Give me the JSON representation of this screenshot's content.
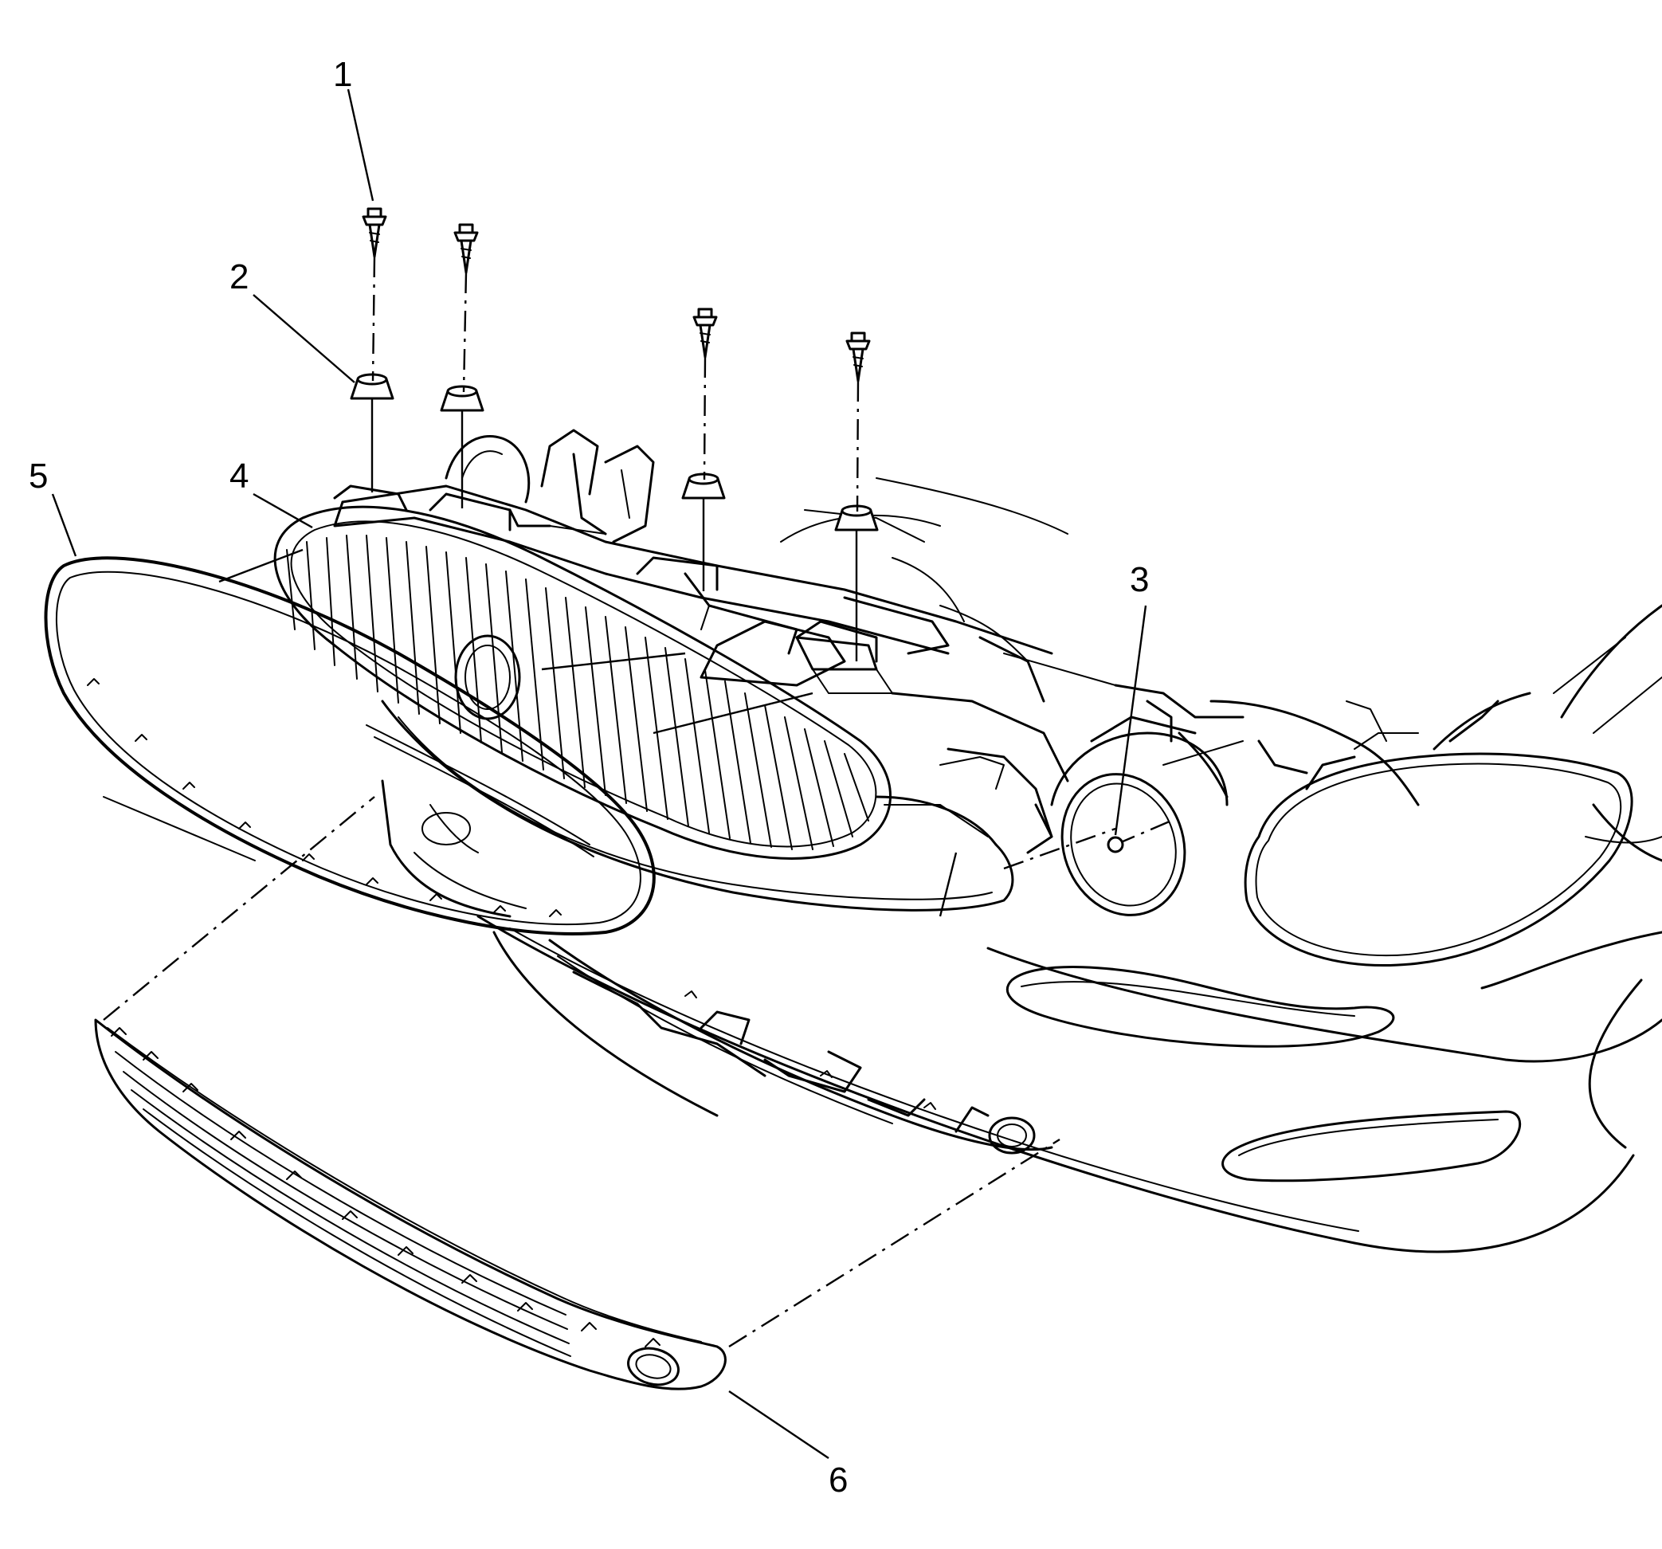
{
  "callouts": [
    {
      "id": "1",
      "label": "1",
      "part": "push-pin-retainer"
    },
    {
      "id": "2",
      "label": "2",
      "part": "grommet"
    },
    {
      "id": "3",
      "label": "3",
      "part": "headlamp-mount"
    },
    {
      "id": "4",
      "label": "4",
      "part": "radiator-grille"
    },
    {
      "id": "5",
      "label": "5",
      "part": "grille-surround-molding"
    },
    {
      "id": "6",
      "label": "6",
      "part": "lower-grille"
    }
  ],
  "colors": {
    "line": "#000000",
    "background": "#ffffff"
  }
}
